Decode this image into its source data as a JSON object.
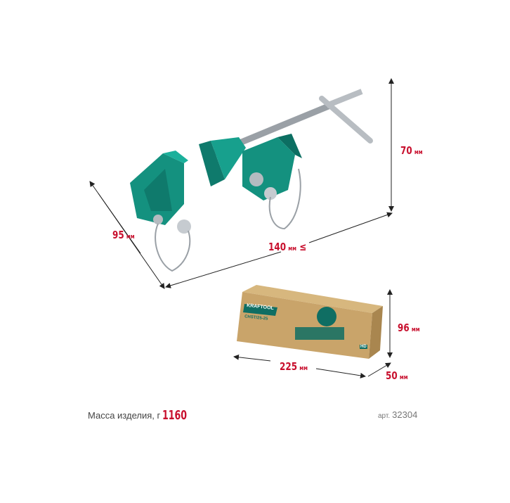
{
  "dimensions": {
    "clamp_height": {
      "value": "70",
      "unit": "мм"
    },
    "clamp_depth": {
      "value": "95",
      "unit": "мм"
    },
    "clamp_length": {
      "value": "140",
      "unit": "мм",
      "suffix": "≤"
    },
    "box_height": {
      "value": "96",
      "unit": "мм"
    },
    "box_length": {
      "value": "225",
      "unit": "мм"
    },
    "box_width": {
      "value": "50",
      "unit": "мм"
    }
  },
  "box": {
    "brand": "KRAFTOOL",
    "model": "CHST/25-25",
    "badge": "HD"
  },
  "mass": {
    "label": "Масса изделия, г",
    "value": "1160"
  },
  "article": {
    "label": "арт.",
    "value": "32304"
  },
  "colors": {
    "accent": "#c8102e",
    "teal": "#12897a",
    "cardboard": "#c9a46a"
  }
}
